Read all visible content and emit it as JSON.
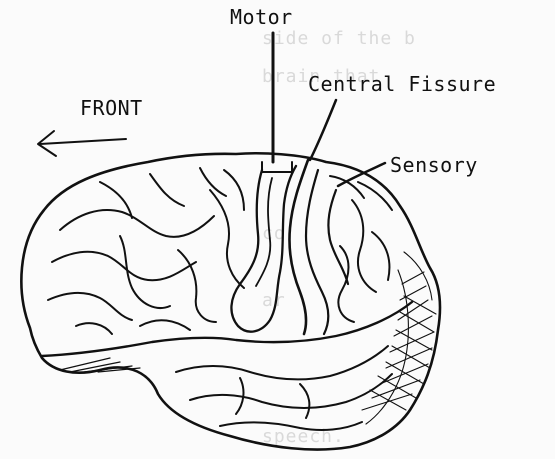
{
  "labels": {
    "motor": "Motor",
    "front": "FRONT",
    "central_fissure": "Central Fissure",
    "sensory": "Sensory"
  },
  "background_text": [
    "side of the b",
    "brain that",
    "co",
    "ar",
    "speech."
  ],
  "colors": {
    "ink": "#111111",
    "paper": "#fbfbfb",
    "bleed_through": "#d9d9d9"
  }
}
